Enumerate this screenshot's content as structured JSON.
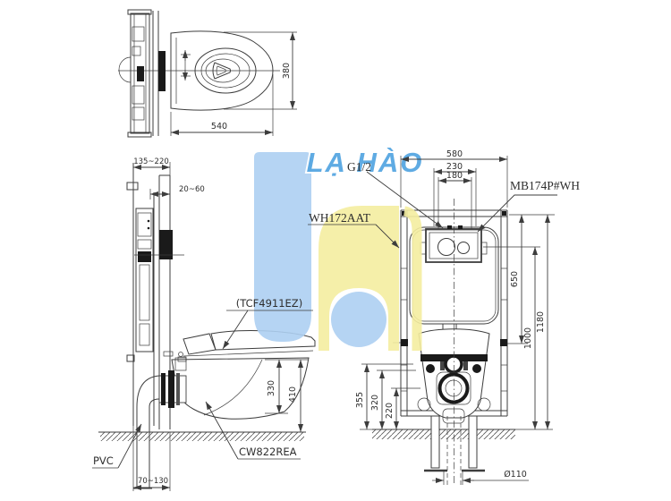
{
  "watermark": {
    "brand_text": "LẠ HÀO",
    "text_color": "#57a7e2",
    "logo_blue": "#aed0f2",
    "logo_yellow": "#f5eea0"
  },
  "colors": {
    "line": "#3d3d3d",
    "background": "#ffffff"
  },
  "top_view": {
    "dim_length": "540",
    "dim_width": "380"
  },
  "side_view": {
    "dim_frame_depth": "135~220",
    "dim_wall_finish": "20~60",
    "dim_bowl_height": "330",
    "dim_rim_height": "410",
    "dim_outlet_offset": "70~130",
    "label_seat": "(TCF4911EZ)",
    "label_bowl": "CW822REA",
    "label_pipe": "PVC"
  },
  "front_view": {
    "dim_frame_width": "580",
    "dim_plate_230": "230",
    "dim_plate_180": "180",
    "dim_650": "650",
    "dim_1000": "1000",
    "dim_1180": "1180",
    "dim_355": "355",
    "dim_320": "320",
    "dim_220": "220",
    "dim_drain": "Ø110",
    "label_inlet": "G1/2",
    "label_plate": "MB174P#WH",
    "label_frame": "WH172AAT"
  }
}
